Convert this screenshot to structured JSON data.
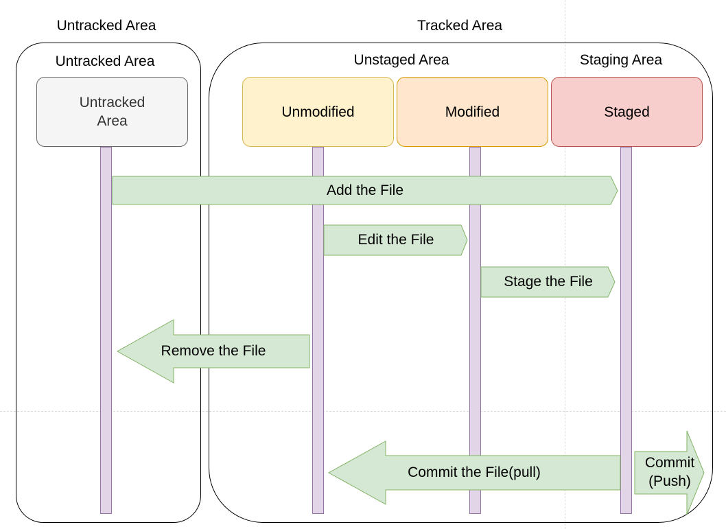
{
  "titles": {
    "untracked_outer": "Untracked Area",
    "tracked_outer": "Tracked Area",
    "untracked_inner": "Untracked Area",
    "unstaged": "Unstaged Area",
    "staging": "Staging Area"
  },
  "cards": {
    "untracked": "Untracked\nArea",
    "unmodified": "Unmodified",
    "modified": "Modified",
    "staged": "Staged"
  },
  "actions": {
    "add": "Add the File",
    "edit": "Edit the File",
    "stage": "Stage the File",
    "remove": "Remove the File",
    "commit_pull": "Commit the File(pull)",
    "commit_push": "Commit\n(Push)"
  },
  "colors": {
    "untracked_fill": "#f5f5f5",
    "untracked_stroke": "#666666",
    "unmodified_fill": "#fff2cc",
    "unmodified_stroke": "#d6b656",
    "modified_fill": "#ffe6cc",
    "modified_stroke": "#d79b00",
    "staged_fill": "#f8cecc",
    "staged_stroke": "#b85450",
    "arrow_fill": "#d5e8d4",
    "arrow_stroke": "#82b366",
    "lane_fill": "#e1d5e7",
    "lane_stroke": "#9673a6"
  }
}
